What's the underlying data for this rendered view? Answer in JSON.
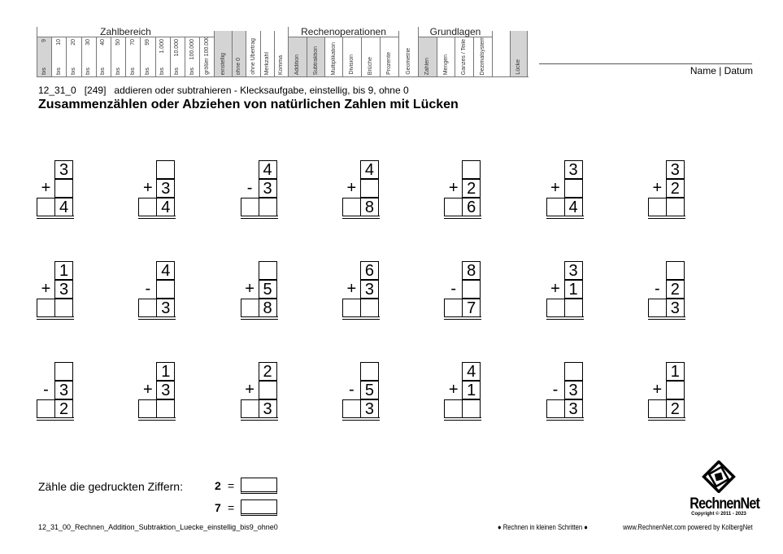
{
  "header": {
    "groups": {
      "zahlbereich": "Zahlbereich",
      "rechenoperationen": "Rechenoperationen",
      "grundlagen": "Grundlagen"
    },
    "zahlbereich": [
      {
        "bis": "bis",
        "value": "9",
        "active": true
      },
      {
        "bis": "bis",
        "value": "10",
        "active": false
      },
      {
        "bis": "bis",
        "value": "20",
        "active": false
      },
      {
        "bis": "bis",
        "value": "30",
        "active": false
      },
      {
        "bis": "bis",
        "value": "40",
        "active": false
      },
      {
        "bis": "bis",
        "value": "50",
        "active": false
      },
      {
        "bis": "bis",
        "value": "70",
        "active": false
      },
      {
        "bis": "bis",
        "value": "99",
        "active": false
      },
      {
        "bis": "bis",
        "value": "1.000",
        "active": false
      },
      {
        "bis": "bis",
        "value": "10.000",
        "active": false
      },
      {
        "bis": "bis",
        "value": "100.000",
        "active": false
      },
      {
        "bis": "",
        "value": "größer 100.000",
        "active": false
      }
    ],
    "categories": [
      {
        "label": "einstellig",
        "active": true
      },
      {
        "label": "ohne 0",
        "active": true
      },
      {
        "label": "ohne Übertrag",
        "active": false
      },
      {
        "label": "Merkzahl",
        "active": false
      },
      {
        "label": "Komma",
        "active": false
      },
      {
        "label": "Addition",
        "active": true
      },
      {
        "label": "Subtraktion",
        "active": true
      },
      {
        "label": "Multiplikation",
        "active": false
      },
      {
        "label": "Division",
        "active": false
      },
      {
        "label": "Brüche",
        "active": false
      },
      {
        "label": "Prozente",
        "active": false
      },
      {
        "label": "Geometrie",
        "active": false
      },
      {
        "label": "Zahlen",
        "active": true
      },
      {
        "label": "Mengen",
        "active": false
      },
      {
        "label": "Ganzes / Teile",
        "active": false
      },
      {
        "label": "Dezimalsystem",
        "active": false
      },
      {
        "label": "",
        "active": false
      },
      {
        "label": "Lücke",
        "active": true
      }
    ],
    "name_date": "Name | Datum"
  },
  "subtitle": "12_31_0   [249]   addieren oder subtrahieren - Klecksaufgabe, einstellig, bis 9, ohne 0",
  "title": "Zusammenzählen oder Abziehen von natürlichen Zahlen mit Lücken",
  "problems": [
    [
      {
        "top": "3",
        "mid": "",
        "res": "4",
        "op": "+"
      },
      {
        "top": "",
        "mid": "3",
        "res": "4",
        "op": "+"
      },
      {
        "top": "4",
        "mid": "3",
        "res": "",
        "op": "-"
      },
      {
        "top": "4",
        "mid": "",
        "res": "8",
        "op": "+"
      },
      {
        "top": "",
        "mid": "2",
        "res": "6",
        "op": "+"
      },
      {
        "top": "3",
        "mid": "",
        "res": "4",
        "op": "+"
      },
      {
        "top": "3",
        "mid": "2",
        "res": "",
        "op": "+"
      }
    ],
    [
      {
        "top": "1",
        "mid": "3",
        "res": "",
        "op": "+"
      },
      {
        "top": "4",
        "mid": "",
        "res": "3",
        "op": "-"
      },
      {
        "top": "",
        "mid": "5",
        "res": "8",
        "op": "+"
      },
      {
        "top": "6",
        "mid": "3",
        "res": "",
        "op": "+"
      },
      {
        "top": "8",
        "mid": "",
        "res": "7",
        "op": "-"
      },
      {
        "top": "3",
        "mid": "1",
        "res": "",
        "op": "+"
      },
      {
        "top": "",
        "mid": "2",
        "res": "3",
        "op": "-"
      }
    ],
    [
      {
        "top": "",
        "mid": "3",
        "res": "2",
        "op": "-"
      },
      {
        "top": "1",
        "mid": "3",
        "res": "",
        "op": "+"
      },
      {
        "top": "2",
        "mid": "",
        "res": "3",
        "op": "+"
      },
      {
        "top": "",
        "mid": "5",
        "res": "3",
        "op": "-"
      },
      {
        "top": "4",
        "mid": "1",
        "res": "",
        "op": "+"
      },
      {
        "top": "",
        "mid": "3",
        "res": "3",
        "op": "-"
      },
      {
        "top": "1",
        "mid": "",
        "res": "2",
        "op": "+"
      }
    ]
  ],
  "count": {
    "label": "Zähle die gedruckten Ziffern:",
    "items": [
      {
        "digit": "2",
        "eq": "=",
        "answer": ""
      },
      {
        "digit": "7",
        "eq": "=",
        "answer": ""
      }
    ]
  },
  "logo": {
    "name": "RechnenNet",
    "copyright": "Copyright © 2011 - 2023"
  },
  "footer": {
    "file": "12_31_00_Rechnen_Addition_Subtraktion_Luecke_einstellig_bis9_ohne0",
    "slogan": "● Rechnen in kleinen Schritten ●",
    "site": "www.RechnenNet.com powered by KolbergNet"
  }
}
